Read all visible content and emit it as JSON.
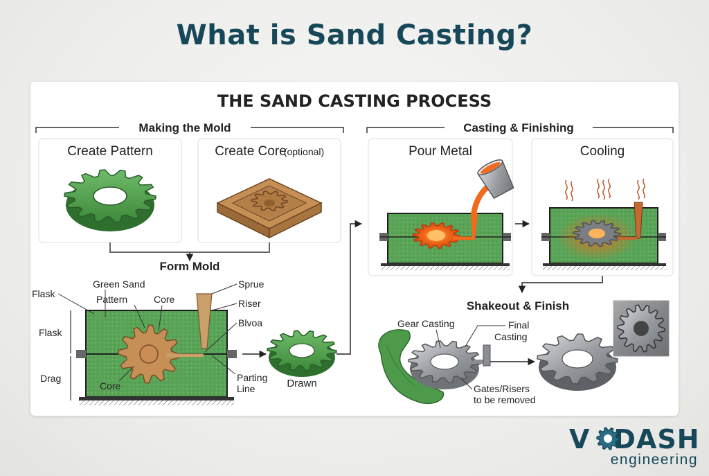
{
  "page": {
    "title": "What is Sand Casting?"
  },
  "diagram": {
    "title": "THE SAND CASTING PROCESS",
    "groups": {
      "mold": "Making the Mold",
      "finish": "Casting & Finishing"
    },
    "steps": {
      "pattern": "Create Pattern",
      "core": "Create Core",
      "core_note": "(optional)",
      "form": "Form Mold",
      "pour": "Pour Metal",
      "cooling": "Cooling",
      "shakeout": "Shakeout & Finish"
    },
    "labels": {
      "flask_outer": "Flask",
      "green_sand": "Green Sand",
      "pattern": "Pattern",
      "core_top": "Core",
      "sprue": "Sprue",
      "riser": "Riser",
      "blvoa": "Blvoa",
      "flask_side": "Flask",
      "drag": "Drag",
      "core_bottom": "Core",
      "parting_line_1": "Parting",
      "parting_line_2": "Line",
      "drawn": "Drawn",
      "gear_casting": "Gear Casting",
      "final_1": "Final",
      "final_2": "Casting",
      "gates_1": "Gates/Risers",
      "gates_2": "to be removed"
    },
    "colors": {
      "title": "#17485a",
      "gear_green": "#4c9a4a",
      "sand": "#5aa458",
      "wood": "#c58f56",
      "molten": "#f26a1b",
      "steel": "#9a9ea3"
    }
  },
  "logo": {
    "word_left": "V",
    "word_right": "DASH",
    "sub": "engineering"
  }
}
